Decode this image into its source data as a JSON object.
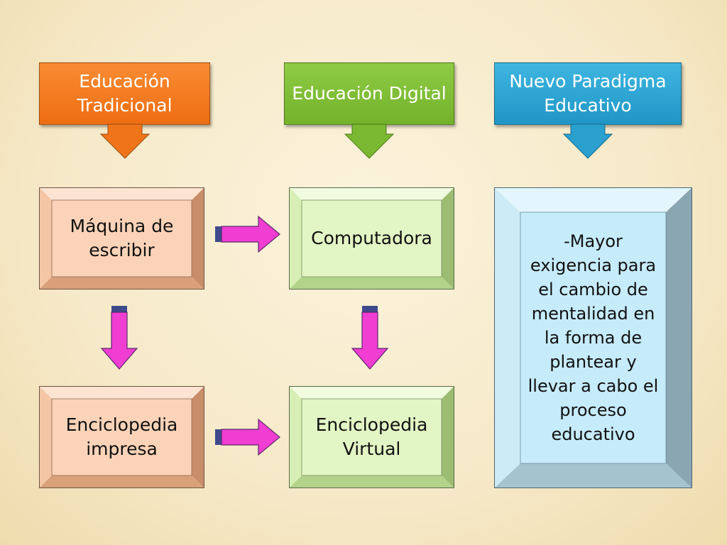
{
  "colors": {
    "orange": "#f47b20",
    "green": "#7fbf35",
    "blue": "#2aa3d1",
    "peach": "#fbd3b8",
    "light_green": "#e2f5c4",
    "light_blue": "#c6ebfb",
    "pink_arrow": "#f03dd2",
    "arrow_tail": "#3e4a8c"
  },
  "headers": {
    "traditional": "Educación Tradicional",
    "digital": "Educación Digital",
    "paradigm": "Nuevo Paradigma Educativo"
  },
  "boxes": {
    "typewriter": "Máquina de escribir",
    "computer": "Computadora",
    "printed_encyclopedia": "Enciclopedia impresa",
    "virtual_encyclopedia": "Enciclopedia Virtual",
    "paradigm_description": "-Mayor exigencia para el cambio de mentalidad en la forma de plantear y llevar a cabo el proceso educativo"
  }
}
